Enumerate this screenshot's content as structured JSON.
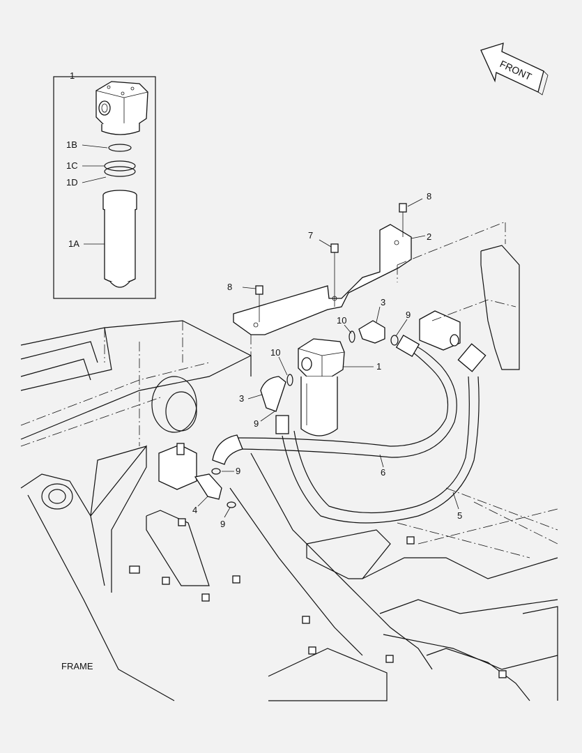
{
  "direction_arrow": {
    "label": "FRONT"
  },
  "inset": {
    "part_label": "1"
  },
  "callouts": [
    {
      "id": "1B",
      "text": "1B"
    },
    {
      "id": "1C",
      "text": "1C"
    },
    {
      "id": "1D",
      "text": "1D"
    },
    {
      "id": "1A",
      "text": "1A"
    },
    {
      "id": "8a",
      "text": "8"
    },
    {
      "id": "7",
      "text": "7"
    },
    {
      "id": "2",
      "text": "2"
    },
    {
      "id": "8b",
      "text": "8"
    },
    {
      "id": "3a",
      "text": "3"
    },
    {
      "id": "9a",
      "text": "9"
    },
    {
      "id": "10a",
      "text": "10"
    },
    {
      "id": "10b",
      "text": "10"
    },
    {
      "id": "1",
      "text": "1"
    },
    {
      "id": "3b",
      "text": "3"
    },
    {
      "id": "9b",
      "text": "9"
    },
    {
      "id": "9c",
      "text": "9"
    },
    {
      "id": "4",
      "text": "4"
    },
    {
      "id": "9d",
      "text": "9"
    },
    {
      "id": "6",
      "text": "6"
    },
    {
      "id": "5",
      "text": "5"
    }
  ],
  "caption": "FRAME"
}
